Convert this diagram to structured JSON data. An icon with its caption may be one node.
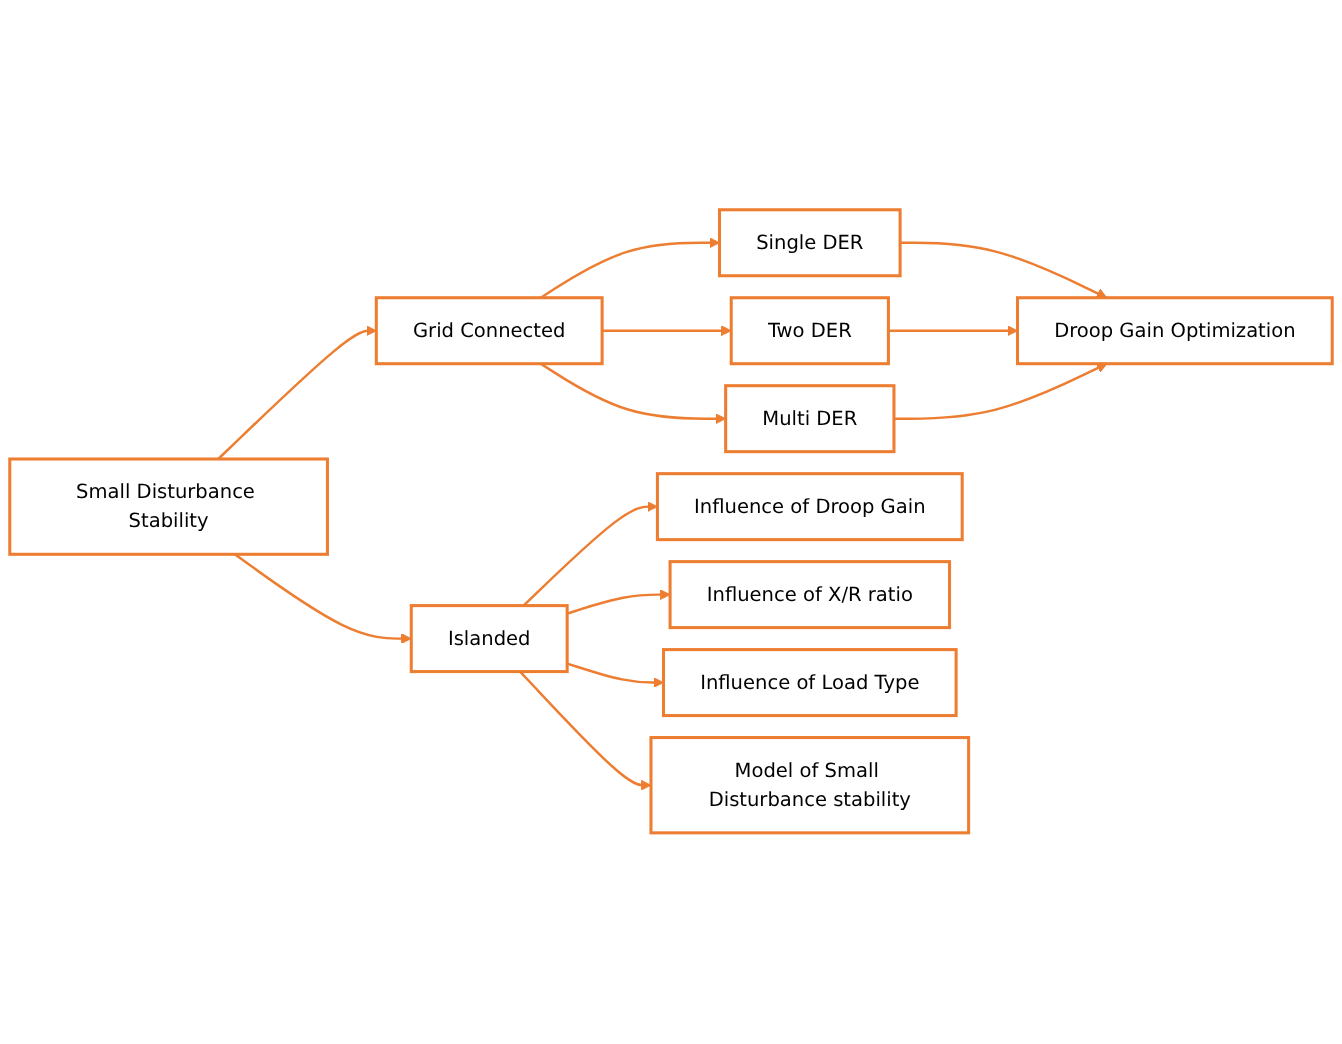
{
  "diagram": {
    "nodes": [
      {
        "text": [
          "Small Disturbance Stability"
        ]
      },
      {
        "text": [
          "Grid Connected"
        ]
      },
      {
        "text": [
          "Single DER"
        ]
      },
      {
        "text": [
          "Two DER"
        ]
      },
      {
        "text": [
          "Multi DER"
        ]
      },
      {
        "text": [
          "Droop Gain Optimization"
        ]
      },
      {
        "text": [
          "Islanded"
        ]
      },
      {
        "text": [
          "Influence of Droop Gain"
        ]
      },
      {
        "text": [
          "Influence of X/R ratio"
        ]
      },
      {
        "text": [
          "Influence of Load Type"
        ]
      },
      {
        "text": [
          "Model of Small Disturbance stability"
        ]
      }
    ],
    "edges": [
      {
        "from": 0,
        "to": 1,
        "arrow": "to"
      },
      {
        "from": 0,
        "to": 6,
        "arrow": "to"
      },
      {
        "from": 1,
        "to": 2,
        "arrow": "to"
      },
      {
        "from": 1,
        "to": 3,
        "arrow": "to"
      },
      {
        "from": 1,
        "to": 4,
        "arrow": "to"
      },
      {
        "from": 2,
        "to": 5,
        "arrow": "to"
      },
      {
        "from": 3,
        "to": 5,
        "arrow": "to"
      },
      {
        "from": 4,
        "to": 5,
        "arrow": "to"
      },
      {
        "from": 6,
        "to": 7,
        "arrow": "to"
      },
      {
        "from": 6,
        "to": 8,
        "arrow": "to"
      },
      {
        "from": 6,
        "to": 9,
        "arrow": "to"
      },
      {
        "from": 6,
        "to": 10,
        "arrow": "to"
      }
    ]
  }
}
